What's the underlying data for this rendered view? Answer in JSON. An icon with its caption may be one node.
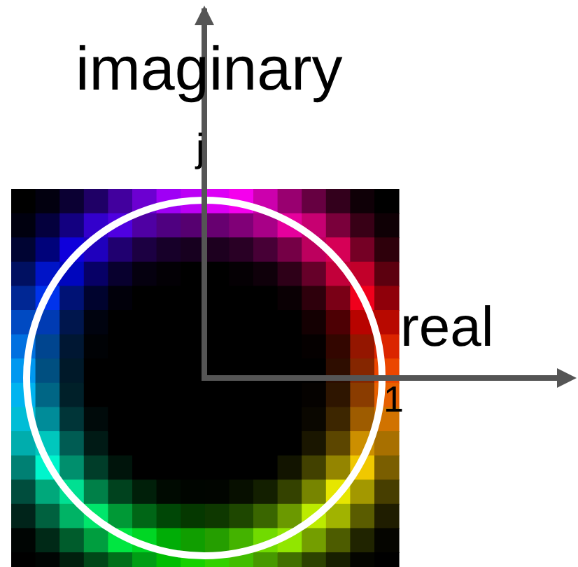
{
  "diagram": {
    "labels": [
      "imaginary",
      "j",
      "real",
      "1"
    ]
  }
}
